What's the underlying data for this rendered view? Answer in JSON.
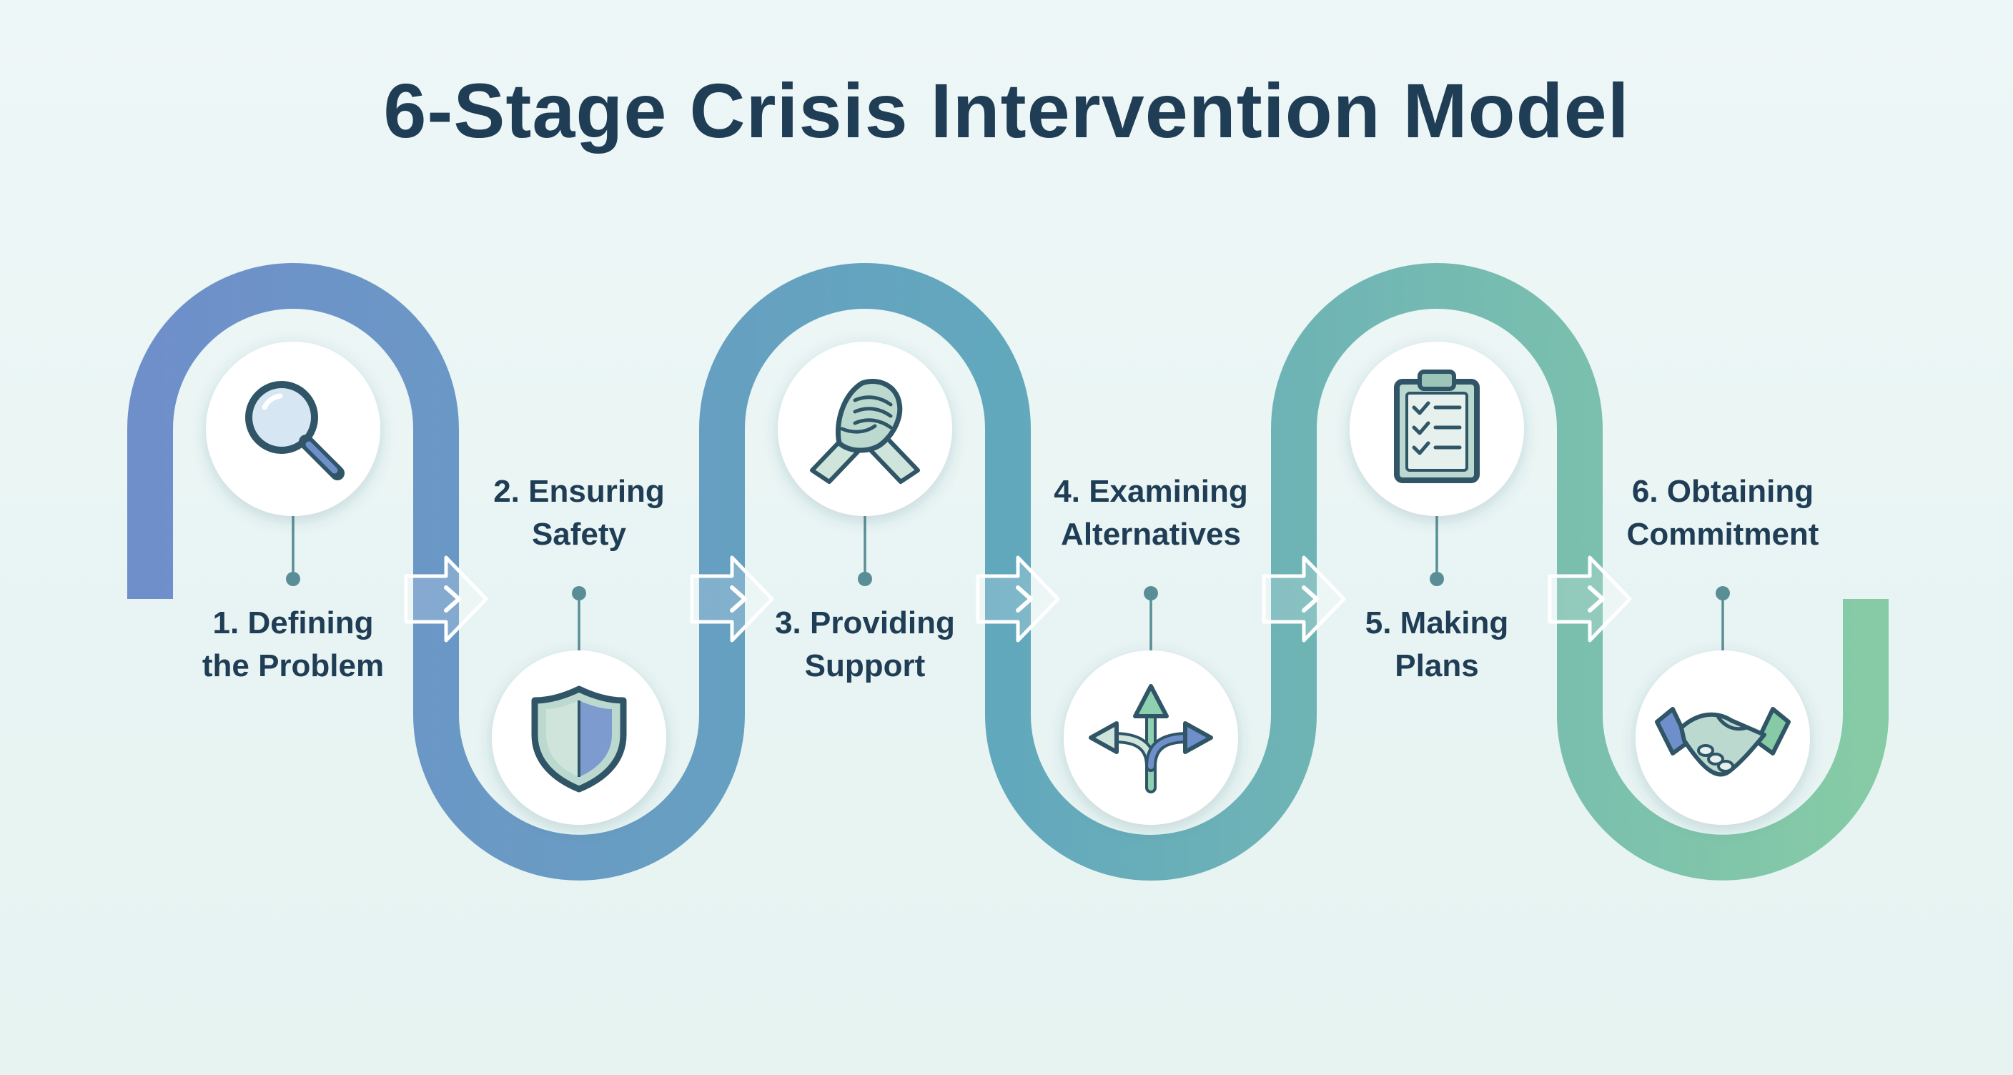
{
  "title": "6-Stage Crisis Intervention Model",
  "colors": {
    "title": "#1f3d55",
    "path_start": "#6f8fca",
    "path_mid": "#62a8bd",
    "path_end": "#86cba6",
    "icon_stroke": "#2f5566",
    "icon_fill": "#bcd9d0"
  },
  "stages": [
    {
      "number": "1.",
      "line1": "Defining",
      "line2": "the Problem",
      "icon": "magnifier-icon",
      "position": "top"
    },
    {
      "number": "2.",
      "line1": "Ensuring",
      "line2": "Safety",
      "icon": "shield-icon",
      "position": "bottom"
    },
    {
      "number": "3.",
      "line1": "Providing",
      "line2": "Support",
      "icon": "clasped-hands-icon",
      "position": "top"
    },
    {
      "number": "4.",
      "line1": "Examining",
      "line2": "Alternatives",
      "icon": "branching-arrows-icon",
      "position": "bottom"
    },
    {
      "number": "5.",
      "line1": "Making",
      "line2": "Plans",
      "icon": "clipboard-checklist-icon",
      "position": "top"
    },
    {
      "number": "6.",
      "line1": "Obtaining",
      "line2": "Commitment",
      "icon": "handshake-icon",
      "position": "bottom"
    }
  ]
}
